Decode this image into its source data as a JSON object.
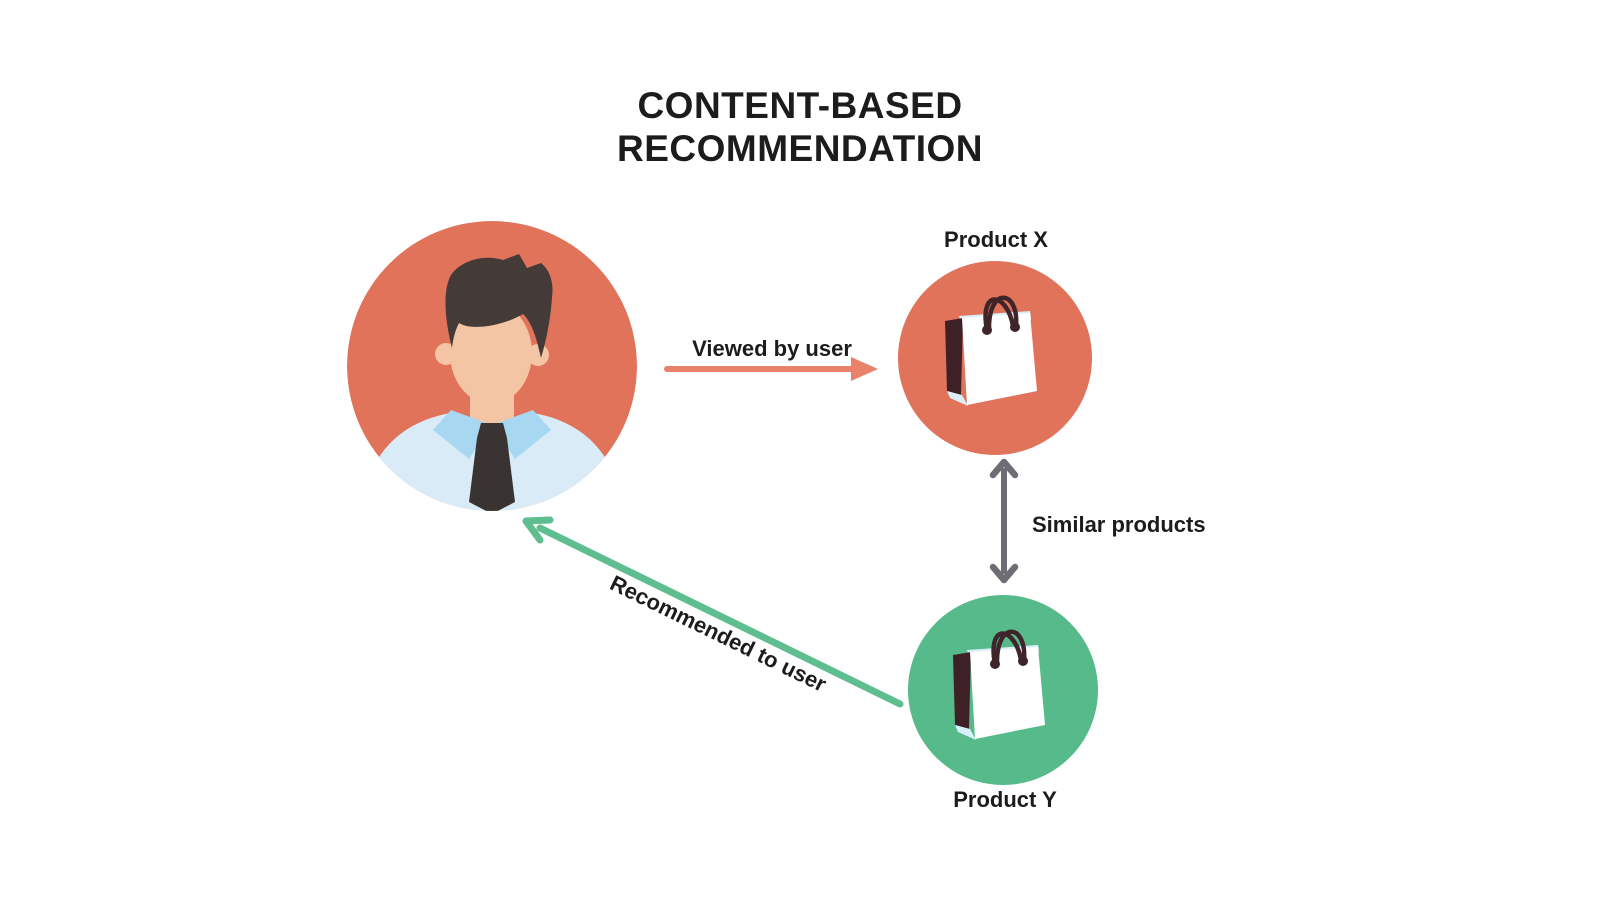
{
  "title": "CONTENT-BASED\nRECOMMENDATION",
  "diagram": {
    "nodes": {
      "user": {
        "icon": "person-avatar-icon"
      },
      "product_x": {
        "label": "Product X",
        "icon": "shopping-bag-icon"
      },
      "product_y": {
        "label": "Product Y",
        "icon": "shopping-bag-icon"
      }
    },
    "edges": {
      "viewed": {
        "label": "Viewed by user",
        "from": "user",
        "to": "product_x",
        "bidirectional": false
      },
      "similar": {
        "label": "Similar products",
        "from": "product_x",
        "to": "product_y",
        "bidirectional": true
      },
      "recommended": {
        "label": "Recommended to user",
        "from": "product_y",
        "to": "user",
        "bidirectional": false
      }
    }
  },
  "colors": {
    "background": "#ffffff",
    "coral": "#E1735B",
    "coral_arrow": "#E8826B",
    "green": "#56BA8B",
    "green_arrow": "#5FBE8F",
    "gray_arrow": "#6E6D76",
    "text": "#1C1C1E",
    "skin": "#F4C5A5",
    "hair": "#443B38",
    "shirt": "#D9EBF7",
    "collar": "#A7D7F1",
    "tie": "#393331",
    "bag_side": "#3E2127",
    "bag_accent": "#D9EFF9",
    "bag_handle": "#3F252A",
    "bag_front": "#ffffff"
  }
}
